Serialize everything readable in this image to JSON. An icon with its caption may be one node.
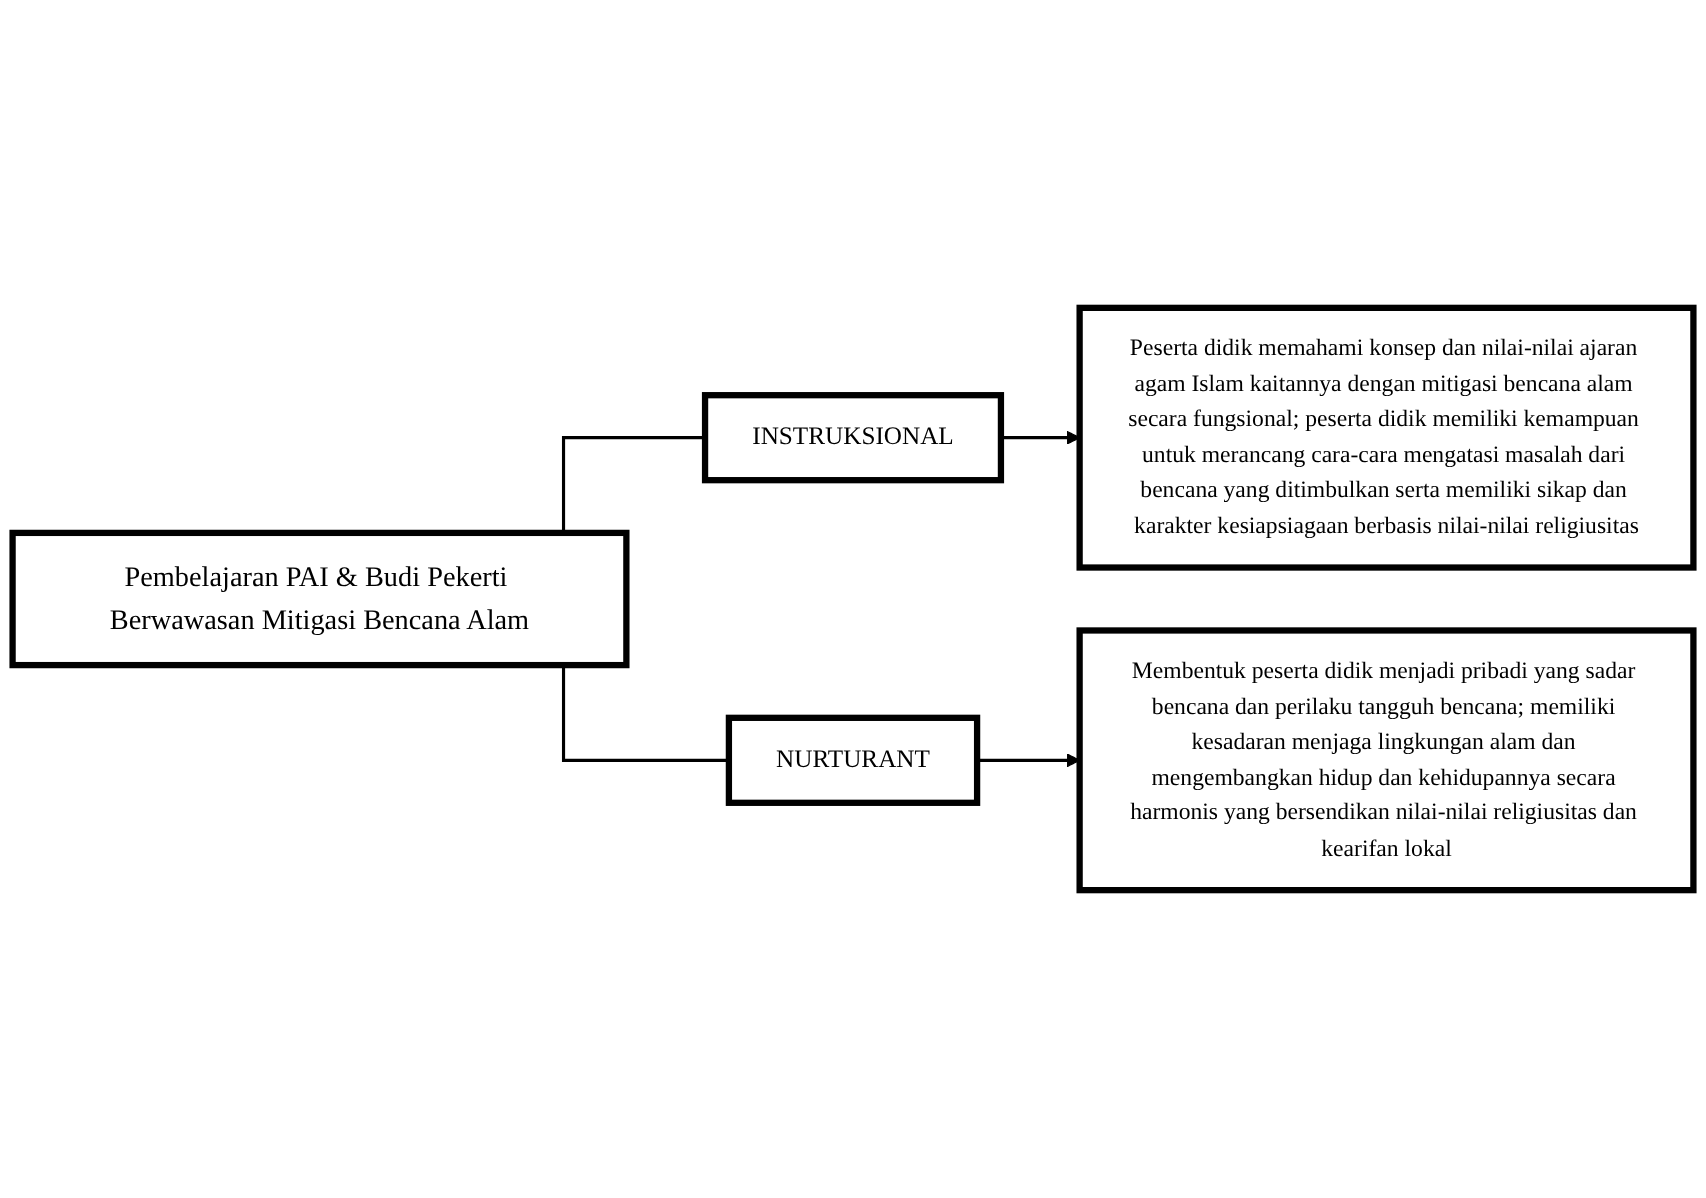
{
  "diagram": {
    "nodes": [
      {
        "text": [
          "Pembelajaran PAI & Budi Pekerti Berwawasan Mitigasi Bencana Alam"
        ]
      },
      {
        "text": [
          "INSTRUKSIONAL"
        ]
      },
      {
        "text": [
          "Peserta didik memahami konsep dan nilai-nilai ajaran agam Islam kaitannya dengan mitigasi bencana alam secara fungsional; peserta didik memiliki kemampuan untuk merancang cara-cara mengatasi masalah dari bencana yang ditimbulkan serta memiliki sikap dan karakter kesiapsiagaan berbasis nilai-nilai religiusitas"
        ]
      },
      {
        "text": [
          "NURTURANT"
        ]
      },
      {
        "text": [
          "Membentuk peserta didik menjadi pribadi yang sadar bencana dan perilaku tangguh bencana; memiliki kesadaran menjaga lingkungan alam dan mengembangkan hidup dan kehidupannya secara harmonis yang bersendikan nilai-nilai religiusitas dan kearifan lokal"
        ]
      }
    ],
    "edges": [
      {
        "from": 0,
        "to": 1,
        "arrow": "none"
      },
      {
        "from": 1,
        "to": 2,
        "arrow": "to"
      },
      {
        "from": 0,
        "to": 3,
        "arrow": "none"
      },
      {
        "from": 3,
        "to": 4,
        "arrow": "to"
      }
    ]
  }
}
